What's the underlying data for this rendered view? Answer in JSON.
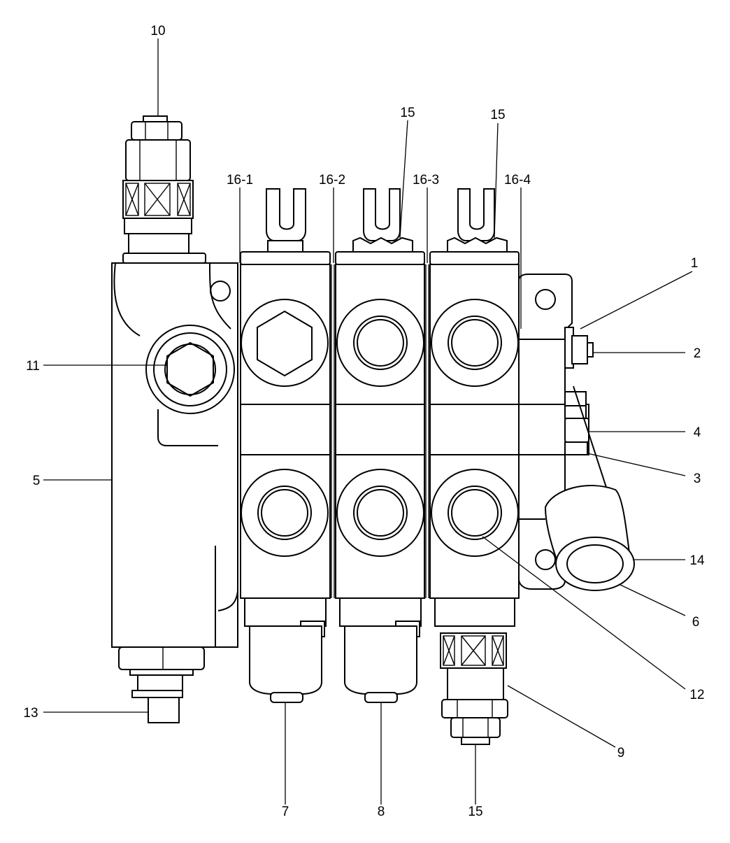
{
  "labels": {
    "l1": "1",
    "l2": "2",
    "l3": "3",
    "l4": "4",
    "l5": "5",
    "l6": "6",
    "l7": "7",
    "l8": "8",
    "l9": "9",
    "l10": "10",
    "l11": "11",
    "l12": "12",
    "l13": "13",
    "l14": "14",
    "l15_a": "15",
    "l15_b": "15",
    "l15_c": "15",
    "l16_1": "16-1",
    "l16_2": "16-2",
    "l16_3": "16-3",
    "l16_4": "16-4"
  }
}
